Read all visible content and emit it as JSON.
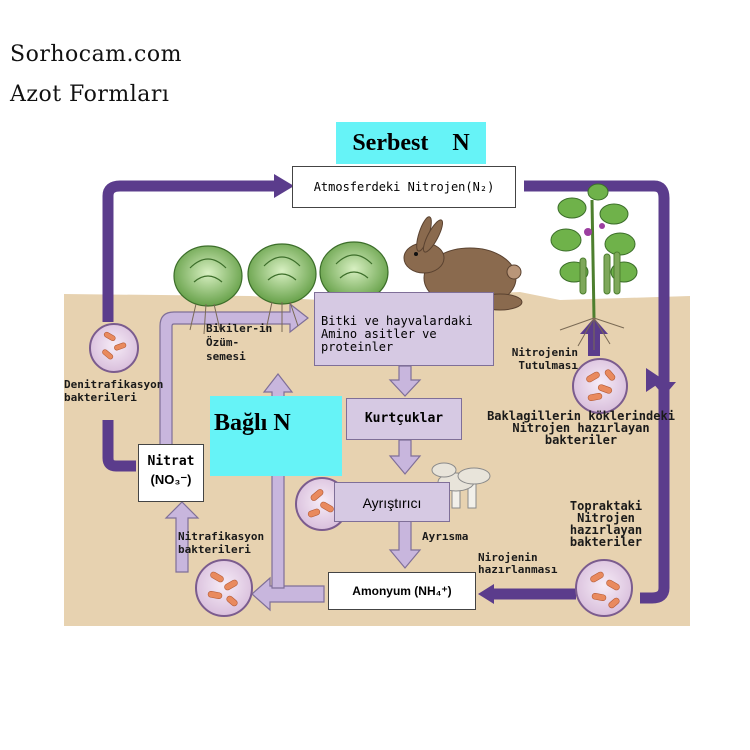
{
  "header": {
    "site": "Sorhocam.com",
    "title": "Azot Formları"
  },
  "diagram": {
    "free_n": "Serbest    N",
    "bound_n": "Bağlı N",
    "atmospheric": "Atmosferdeki Nitrojen(N₂)",
    "organic": "Bitki ve hayvalardaki Amino asitler ve proteinler",
    "worms": "Kurtçuklar",
    "decomposer": "Ayrıştırıcı",
    "decomposition": "Ayrısma",
    "ammonium": "Amonyum (NH₄⁺)",
    "nitrate_label": "Nitrat",
    "nitrate_formula": "(NO₃⁻)",
    "assimilation": "Bikiler-in Özüm-semesi",
    "denitrification": "Denitrafikasyon bakterileri",
    "nitrification": "Nitrafikasyon bakterileri",
    "fixation": "Nitrojenin Tutulması",
    "legume_bacteria": "Baklagillerin köklerindeki Nitrojen hazırlayan bakteriler",
    "soil_bacteria": "Topraktaki Nitrojen hazırlayan bakteriler",
    "ammonification": "Nirojenin hazırlanması"
  },
  "colors": {
    "arrow": "#5b3c8c",
    "arrow_light": "#c8b6dd",
    "soil": "#e7d2b0",
    "box": "#d6c9e3",
    "highlight": "#66f3f7"
  }
}
